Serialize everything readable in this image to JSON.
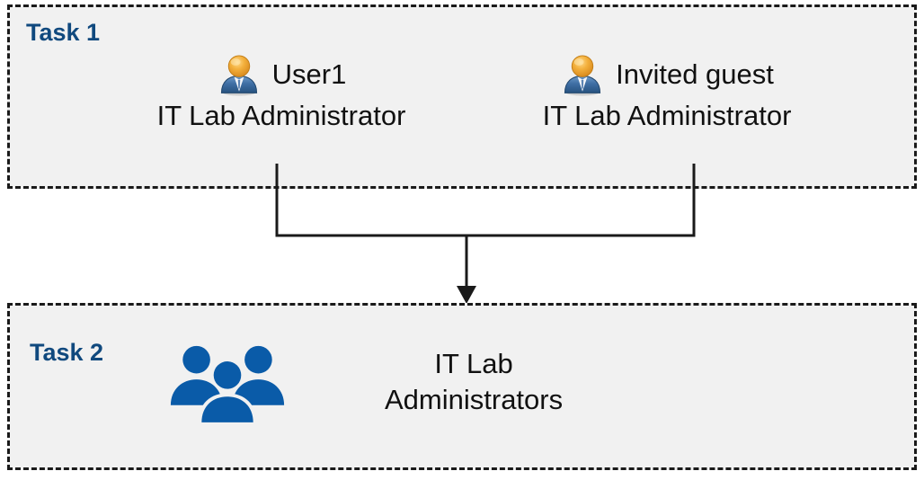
{
  "diagram": {
    "background_color": "#FFFFFF",
    "box_fill_color": "#F1F1F1",
    "box_border_color": "#1A1A1A",
    "label_color": "#10497E",
    "group_icon_color": "#0A5BA8",
    "connector_color": "#1A1A1A"
  },
  "task1": {
    "label": "Task 1",
    "people": [
      {
        "icon": "user-icon",
        "name": "User1",
        "role": "IT Lab Administrator"
      },
      {
        "icon": "user-icon",
        "name": "Invited guest",
        "role": "IT Lab Administrator"
      }
    ]
  },
  "task2": {
    "label": "Task 2",
    "group": {
      "icon": "user-group-icon",
      "name": "IT Lab\nAdministrators"
    }
  },
  "connector": {
    "type": "merge-arrow",
    "from": [
      "User1",
      "Invited guest"
    ],
    "to": "IT Lab Administrators",
    "arrow_icon": "down-arrow-icon"
  }
}
